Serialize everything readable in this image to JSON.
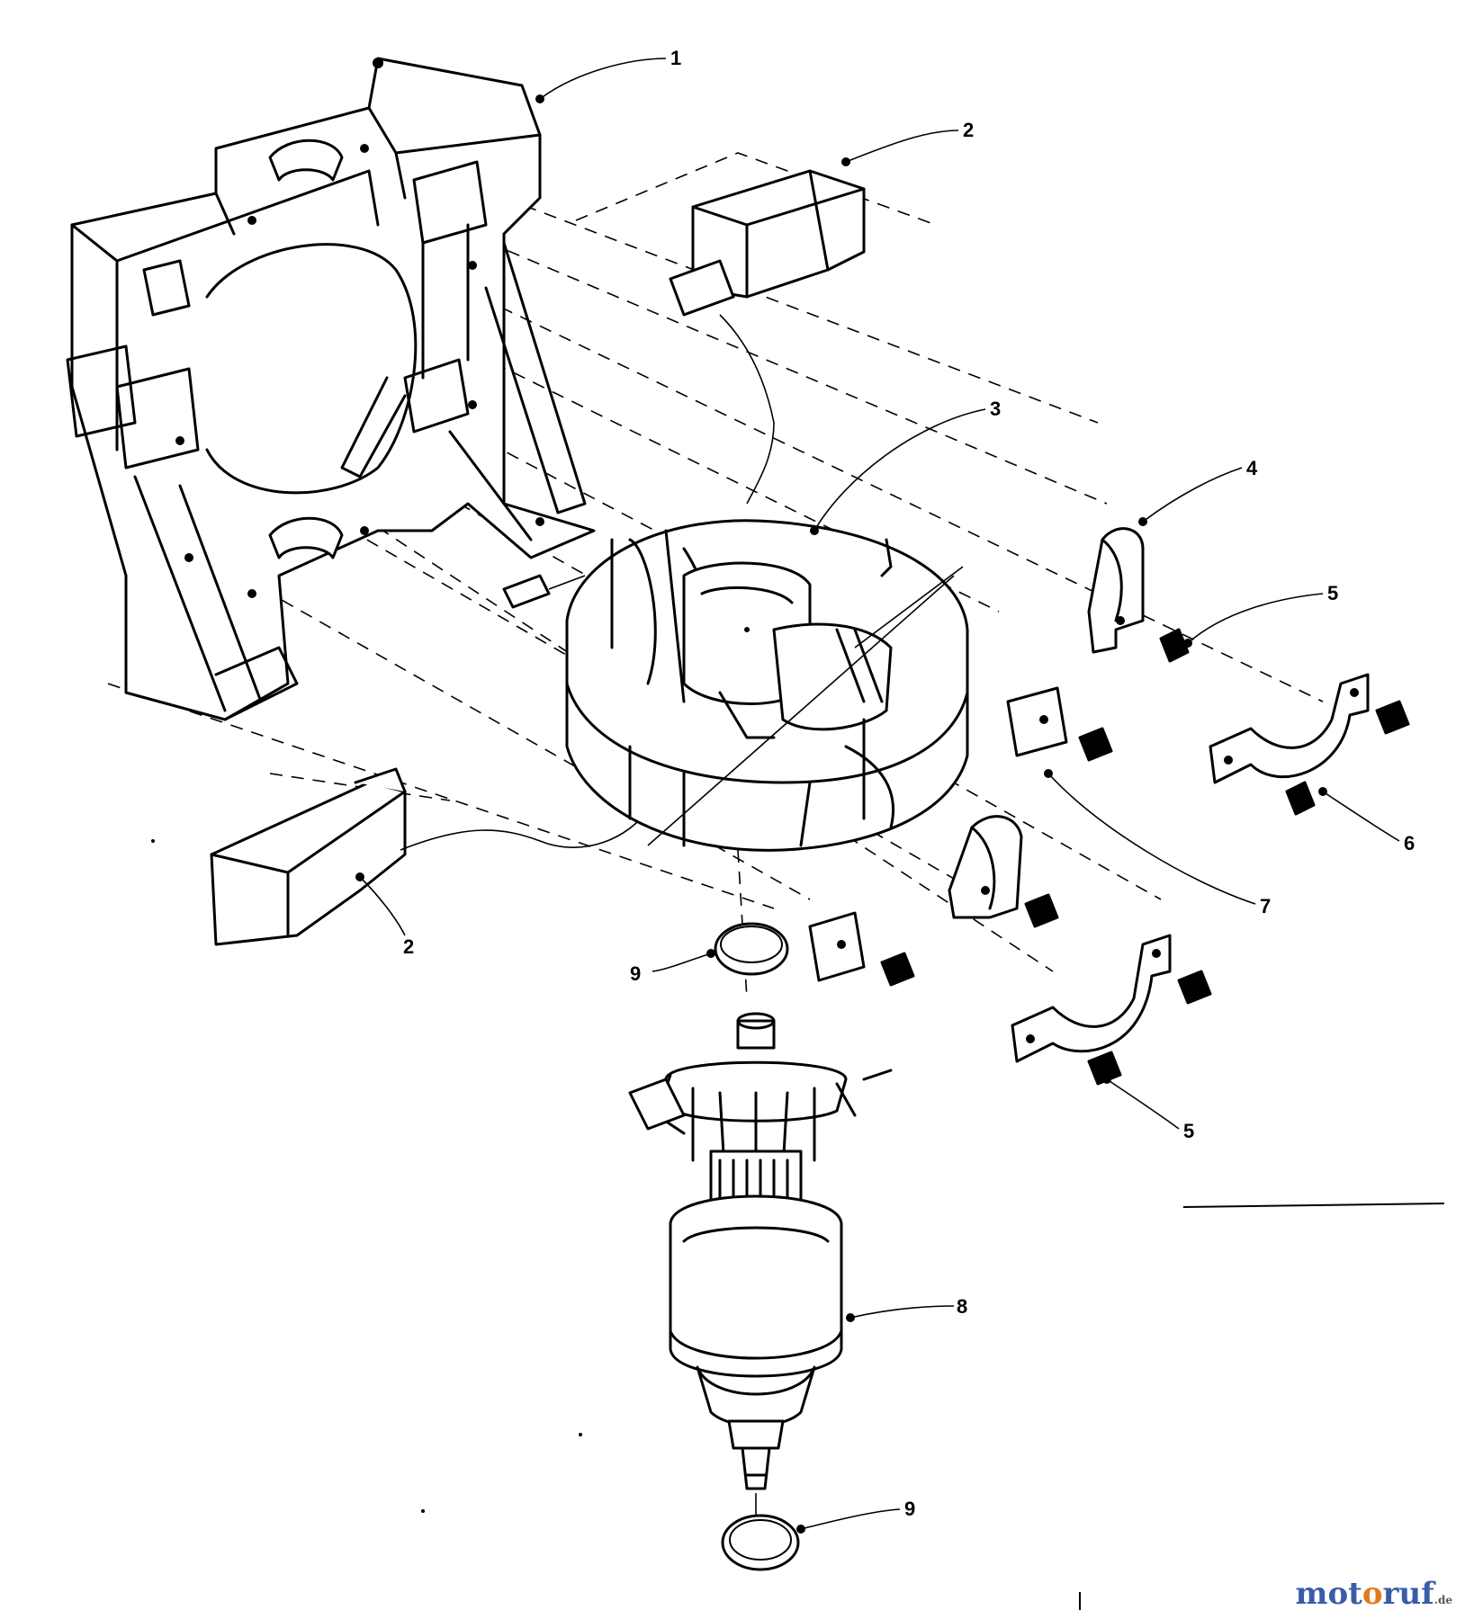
{
  "diagram": {
    "callouts": [
      {
        "id": "c1",
        "label": "1"
      },
      {
        "id": "c2a",
        "label": "2"
      },
      {
        "id": "c2b",
        "label": "2"
      },
      {
        "id": "c3",
        "label": "3"
      },
      {
        "id": "c4",
        "label": "4"
      },
      {
        "id": "c5a",
        "label": "5"
      },
      {
        "id": "c5b",
        "label": "5"
      },
      {
        "id": "c6",
        "label": "6"
      },
      {
        "id": "c7",
        "label": "7"
      },
      {
        "id": "c8",
        "label": "8"
      },
      {
        "id": "c9a",
        "label": "9"
      },
      {
        "id": "c9b",
        "label": "9"
      }
    ]
  },
  "watermark": {
    "part1": "mot",
    "part2": "o",
    "part3": "ruf",
    "tld": ".de"
  }
}
